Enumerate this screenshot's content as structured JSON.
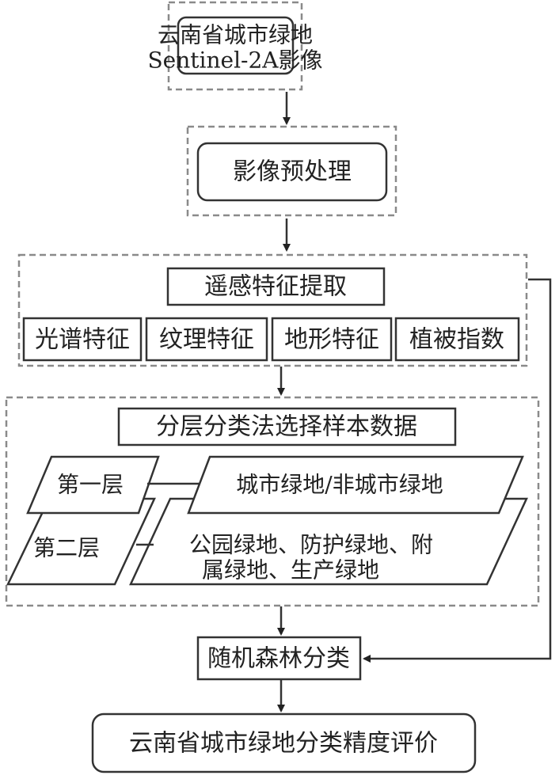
{
  "input": {
    "line1": "云南省城市绿地",
    "line2": "Sentinel-2A影像"
  },
  "preprocess": {
    "label": "影像预处理"
  },
  "features": {
    "title": "遥感特征提取",
    "items": [
      "光谱特征",
      "纹理特征",
      "地形特征",
      "植被指数"
    ]
  },
  "sampling": {
    "title": "分层分类法选择样本数据",
    "layer1": {
      "label": "第一层",
      "content": "城市绿地/非城市绿地"
    },
    "layer2": {
      "label": "第二层",
      "content_line1": "公园绿地、防护绿地、附",
      "content_line2": "属绿地、生产绿地"
    }
  },
  "classify": {
    "label": "随机森林分类"
  },
  "evaluate": {
    "label": "云南省城市绿地分类精度评价"
  }
}
